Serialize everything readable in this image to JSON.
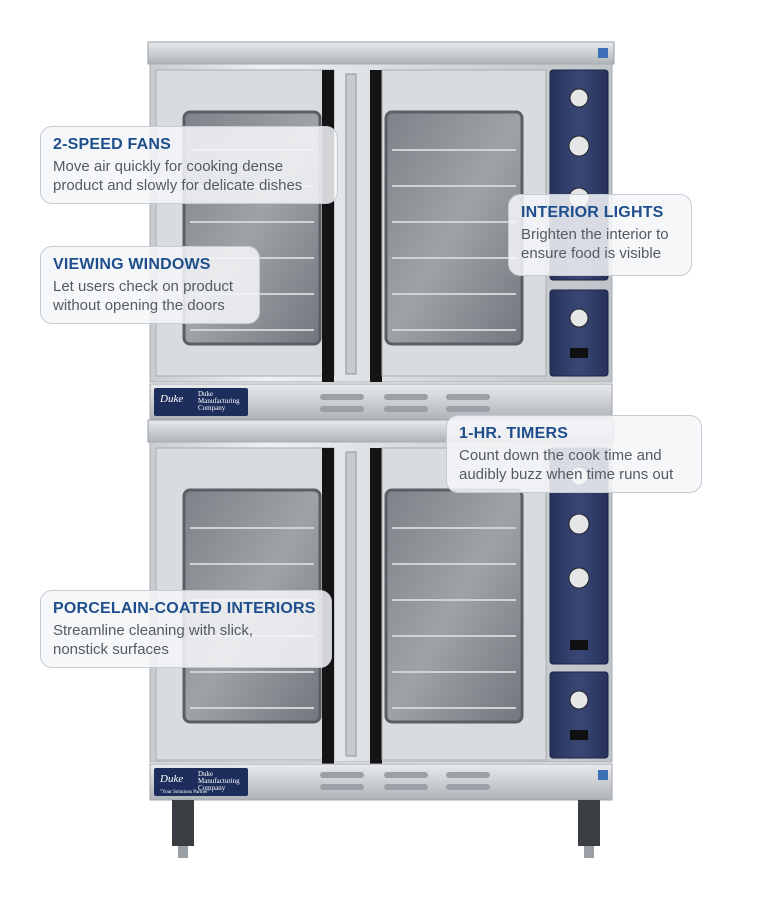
{
  "colors": {
    "callout_title": "#1f4e8c",
    "callout_text": "#555b62",
    "steel_light": "#e6e8ea",
    "steel_mid": "#b9bec3",
    "control_panel": "#2f3b66",
    "gasket": "#141414"
  },
  "badge": {
    "brand": "Duke",
    "company_line1": "Duke",
    "company_line2": "Manufacturing",
    "company_line3": "Company",
    "tagline": "\"Your Solutions Partner\""
  },
  "callouts": [
    {
      "title": "2-SPEED FANS",
      "body_lines": [
        "Move air quickly for cooking dense",
        "product and slowly for delicate dishes"
      ]
    },
    {
      "title": "INTERIOR LIGHTS",
      "body_lines": [
        "Brighten the interior to",
        "ensure food is visible"
      ]
    },
    {
      "title": "VIEWING WINDOWS",
      "body_lines": [
        "Let users check on product",
        "without opening the doors"
      ]
    },
    {
      "title": "1-HR. TIMERS",
      "body_lines": [
        "Count down the cook time and",
        "audibly buzz when time runs out"
      ]
    },
    {
      "title": "PORCELAIN-COATED INTERIORS",
      "body_lines": [
        "Streamline cleaning with slick,",
        "nonstick surfaces"
      ]
    }
  ]
}
